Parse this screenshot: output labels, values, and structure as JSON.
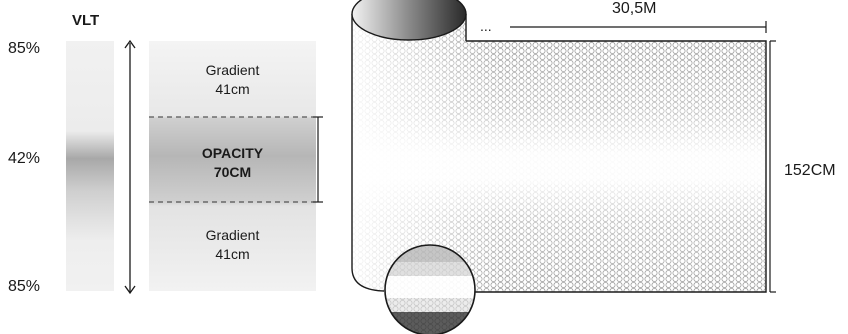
{
  "vlt": {
    "title": "VLT",
    "top_percent": "85%",
    "middle_percent": "42%",
    "bottom_percent": "85%"
  },
  "panel": {
    "top_label_1": "Gradient",
    "top_label_2": "41cm",
    "middle_label_1": "OPACITY",
    "middle_label_2": "70CM",
    "bottom_label_1": "Gradient",
    "bottom_label_2": "41cm"
  },
  "roll": {
    "length_label": "30,5M",
    "height_label": "152CM",
    "length_prefix": "..."
  }
}
